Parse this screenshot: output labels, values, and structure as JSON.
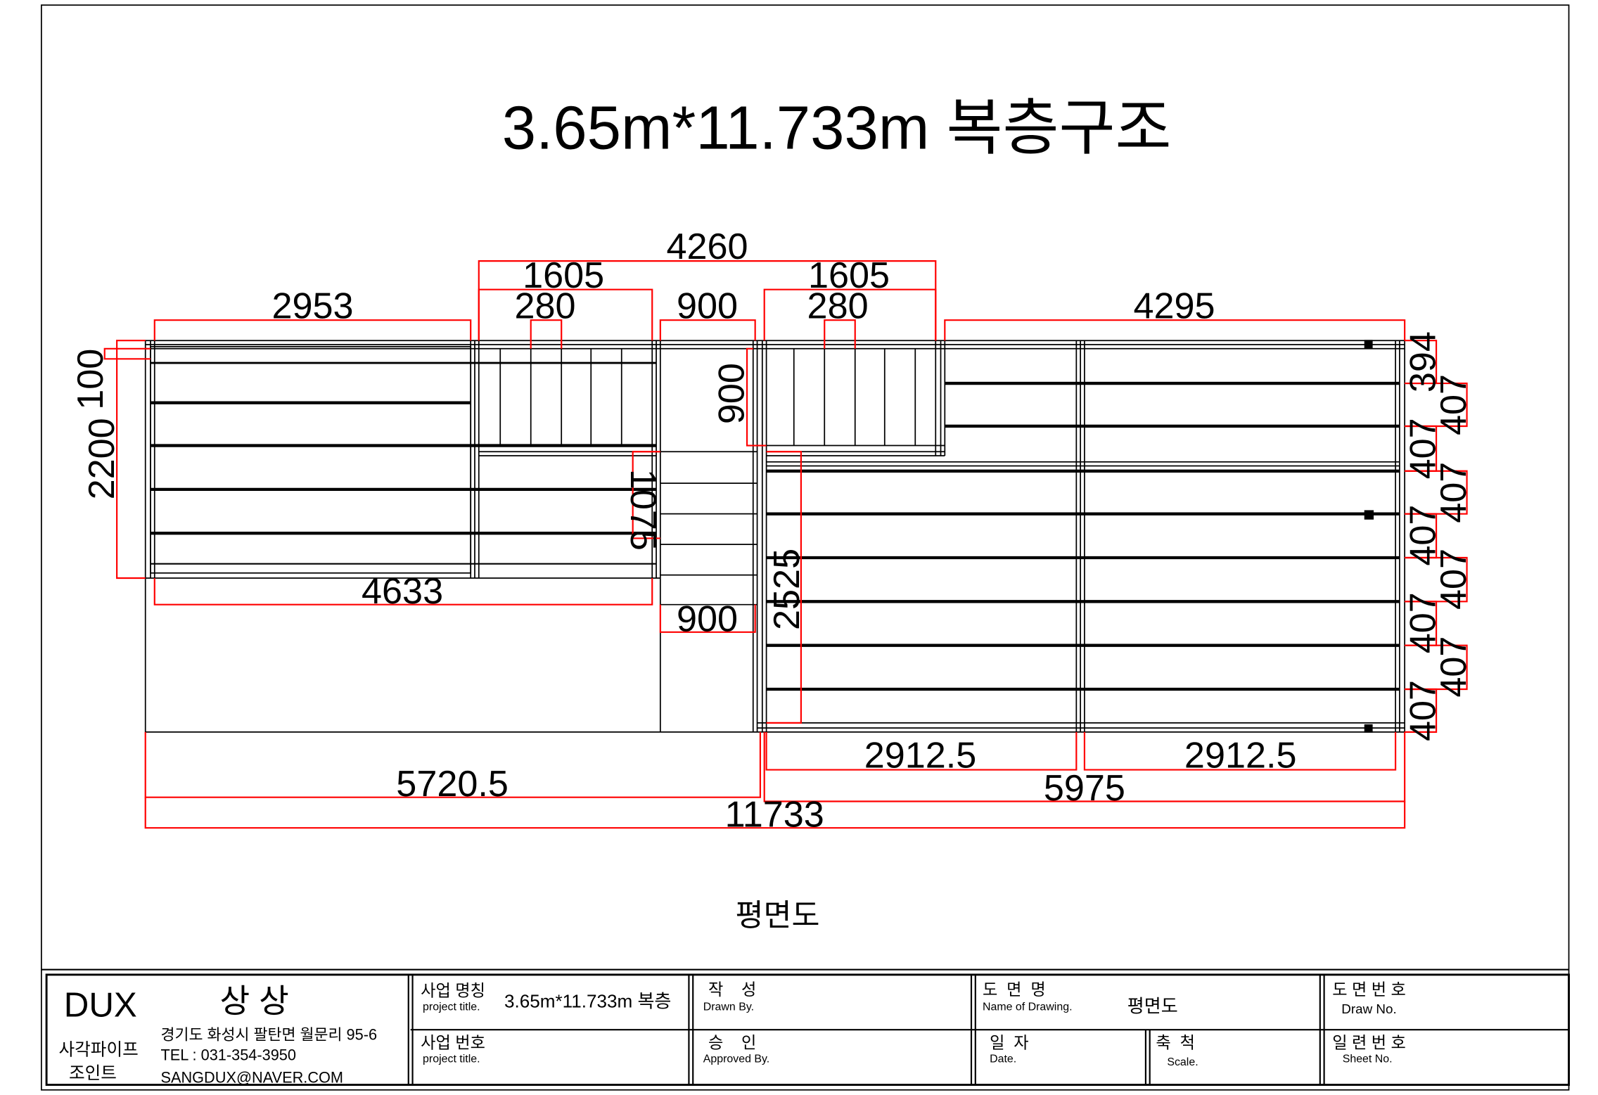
{
  "drawing": {
    "title": "3.65m*11.733m 복층구조",
    "caption": "평면도",
    "dimensions": {
      "top_overall": "4260",
      "top_left_span": "1605",
      "top_right_span": "1605",
      "top_left": "2953",
      "top_left_step": "280",
      "top_mid": "900",
      "top_right_step": "280",
      "top_right": "4295",
      "left_small": "100",
      "left_tall": "2200",
      "stair_height": "1075",
      "stair_inner": "900",
      "lower_left": "4633",
      "stair_bottom": "900",
      "right_vertical": "2525",
      "right_bay_a": "2912.5",
      "right_bay_b": "2912.5",
      "left_total": "5720.5",
      "right_total": "5975",
      "overall_length": "11733",
      "spacing_first": "394",
      "spacing": [
        "407",
        "407",
        "407",
        "407",
        "407",
        "407",
        "407",
        "407"
      ]
    }
  },
  "title_block": {
    "company_brand": "DUX",
    "company_name": "상 상",
    "company_sub_1": "사각파이프",
    "company_sub_2": "조인트",
    "address": "경기도 화성시 팔탄면 월문리 95-6",
    "tel": "TEL : 031-354-3950",
    "email": "SANGDUX@NAVER.COM",
    "project_name_label": "사업 명칭",
    "project_name_sub": "project title.",
    "project_name_value": "3.65m*11.733m 복층",
    "project_no_label": "사업 번호",
    "project_no_sub": "project title.",
    "drawn_label": "작    성",
    "drawn_sub": "Drawn By.",
    "approved_label": "승    인",
    "approved_sub": "Approved By.",
    "drawing_name_label": "도  면  명",
    "drawing_name_sub": "Name of Drawing.",
    "drawing_name_value": "평면도",
    "date_label": "일  자",
    "date_sub": "Date.",
    "scale_label": "축  척",
    "scale_sub": "Scale.",
    "draw_no_label": "도 면 번 호",
    "draw_no_sub": "Draw No.",
    "sheet_no_label": "일 련 번 호",
    "sheet_no_sub": "Sheet No."
  },
  "colors": {
    "line": "#000000",
    "dimension": "#ff0000"
  }
}
